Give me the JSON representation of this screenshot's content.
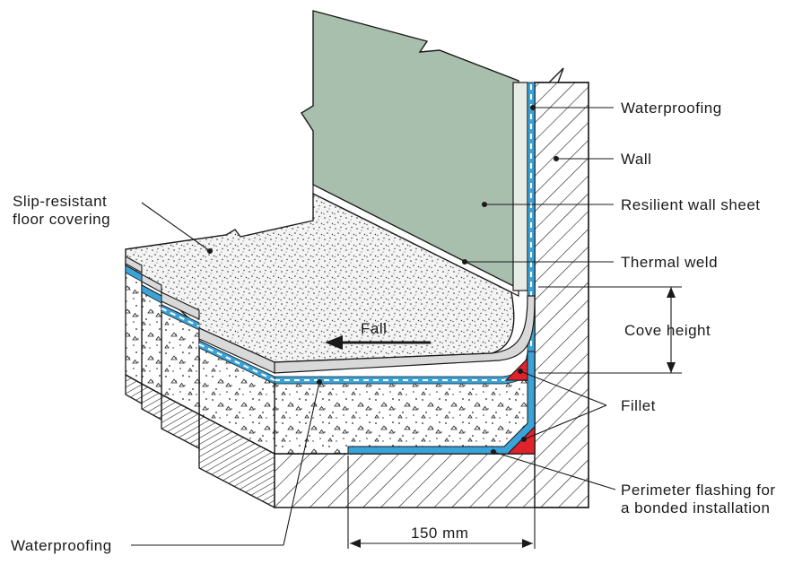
{
  "labels": {
    "waterproofing_top": "Waterproofing",
    "wall": "Wall",
    "resilient_wall_sheet": "Resilient wall sheet",
    "thermal_weld": "Thermal weld",
    "cove_height": "Cove height",
    "fillet": "Fillet",
    "perimeter_line1": "Perimeter flashing for",
    "perimeter_line2": "a bonded installation",
    "slip_line1": "Slip-resistant",
    "slip_line2": "floor covering",
    "fall": "Fall",
    "dimension_150": "150 mm",
    "waterproofing_bottom": "Waterproofing"
  },
  "colors": {
    "wall_sheet": "#a9bfad",
    "waterproofing": "#3aa3d8",
    "fillet": "#e0232b",
    "floor_covering": "#d9d9d9",
    "skirting": "#e6ebe6"
  }
}
